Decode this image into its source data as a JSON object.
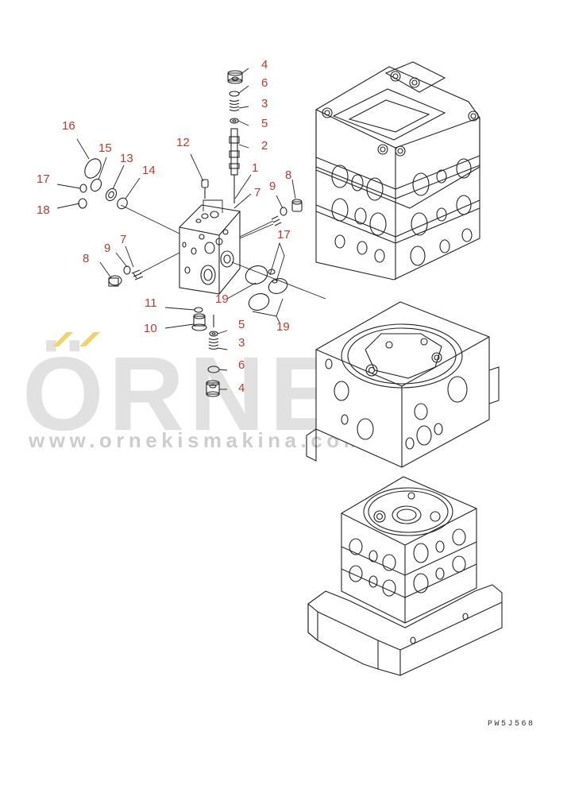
{
  "drawing_code": "PW5J568",
  "watermark": {
    "word": "ÖRNEK",
    "url": "www.ornekismakina.com.tr",
    "accent_color": "#f2d36b"
  },
  "line_color": "#222222",
  "callout_color": "#c0392b",
  "callouts": [
    {
      "id": "c-4-top",
      "part": "4"
    },
    {
      "id": "c-6-top",
      "part": "6"
    },
    {
      "id": "c-3-top",
      "part": "3"
    },
    {
      "id": "c-5-top",
      "part": "5"
    },
    {
      "id": "c-2",
      "part": "2"
    },
    {
      "id": "c-1",
      "part": "1"
    },
    {
      "id": "c-7-top",
      "part": "7"
    },
    {
      "id": "c-12",
      "part": "12"
    },
    {
      "id": "c-16",
      "part": "16"
    },
    {
      "id": "c-15",
      "part": "15"
    },
    {
      "id": "c-13",
      "part": "13"
    },
    {
      "id": "c-14",
      "part": "14"
    },
    {
      "id": "c-17-left",
      "part": "17"
    },
    {
      "id": "c-18",
      "part": "18"
    },
    {
      "id": "c-8-right",
      "part": "8"
    },
    {
      "id": "c-9-right",
      "part": "9"
    },
    {
      "id": "c-17-right",
      "part": "17"
    },
    {
      "id": "c-7-left",
      "part": "7"
    },
    {
      "id": "c-9-left",
      "part": "9"
    },
    {
      "id": "c-8-left",
      "part": "8"
    },
    {
      "id": "c-19-a",
      "part": "19"
    },
    {
      "id": "c-19-b",
      "part": "19"
    },
    {
      "id": "c-11",
      "part": "11"
    },
    {
      "id": "c-10",
      "part": "10"
    },
    {
      "id": "c-5-bot",
      "part": "5"
    },
    {
      "id": "c-3-bot",
      "part": "3"
    },
    {
      "id": "c-6-bot",
      "part": "6"
    },
    {
      "id": "c-4-bot",
      "part": "4"
    }
  ]
}
